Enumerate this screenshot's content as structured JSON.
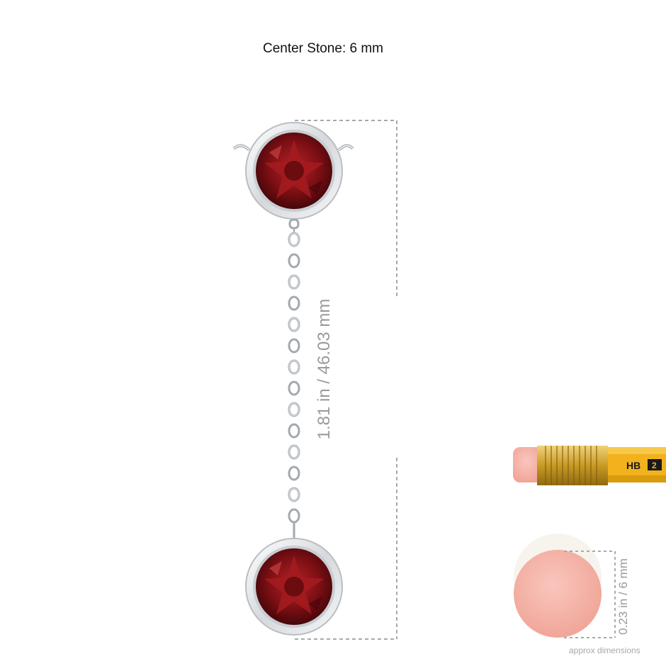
{
  "header": {
    "title": "Center Stone: 6 mm"
  },
  "dimensions": {
    "length": "1.81 in / 46.03 mm",
    "eraser": "0.23 in / 6 mm",
    "note": "approx dimensions"
  },
  "pencil": {
    "grade": "HB",
    "number": "2"
  },
  "colors": {
    "gem": "#7d0f14",
    "metal": "#e6e8ea",
    "eraser": "#f3aaa0",
    "pencil_body": "#f2b21e",
    "ferrule": "#d7b238",
    "dim_line": "#a9a9a9"
  }
}
